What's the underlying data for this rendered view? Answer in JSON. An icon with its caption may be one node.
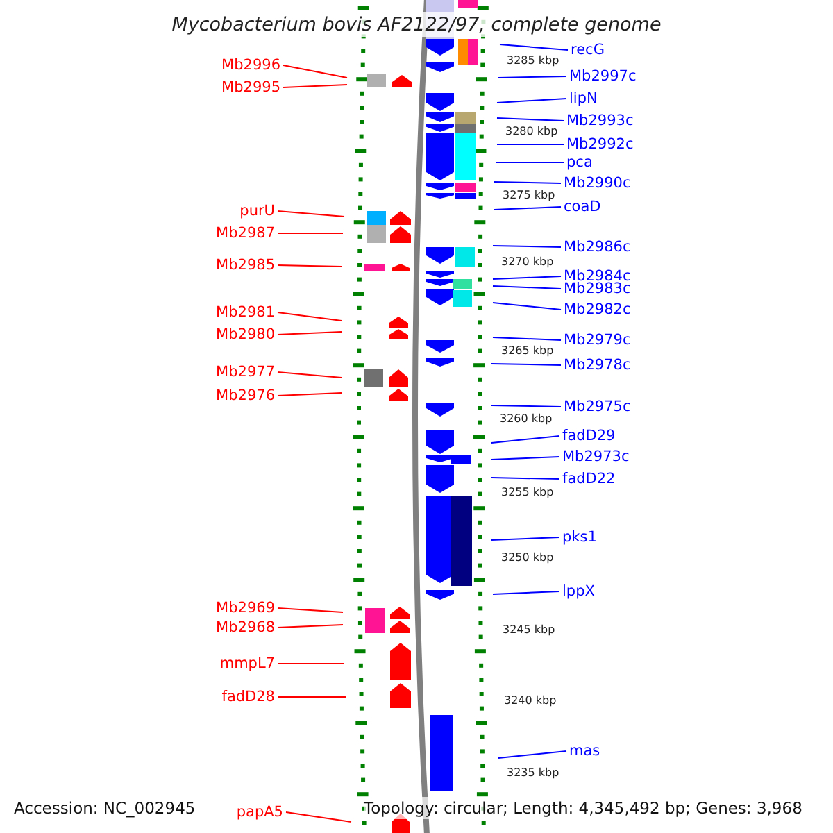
{
  "diagram": {
    "title": "Mycobacterium bovis AF2122/97, complete genome",
    "nodes": [
      {
        "text": [
          "Mb2996"
        ]
      },
      {
        "text": [
          "Mb2995"
        ]
      },
      {
        "text": [
          "purU"
        ]
      },
      {
        "text": [
          "Mb2987"
        ]
      },
      {
        "text": [
          "Mb2985"
        ]
      },
      {
        "text": [
          "Mb2981"
        ]
      },
      {
        "text": [
          "Mb2980"
        ]
      },
      {
        "text": [
          "Mb2977"
        ]
      },
      {
        "text": [
          "Mb2976"
        ]
      },
      {
        "text": [
          "Mb2969"
        ]
      },
      {
        "text": [
          "Mb2968"
        ]
      },
      {
        "text": [
          "mmpL7"
        ]
      },
      {
        "text": [
          "fadD28"
        ]
      },
      {
        "text": [
          "papA5"
        ]
      },
      {
        "text": [
          "recG"
        ]
      },
      {
        "text": [
          "Mb2997c"
        ]
      },
      {
        "text": [
          "lipN"
        ]
      },
      {
        "text": [
          "Mb2993c"
        ]
      },
      {
        "text": [
          "Mb2992c"
        ]
      },
      {
        "text": [
          "pca"
        ]
      },
      {
        "text": [
          "Mb2990c"
        ]
      },
      {
        "text": [
          "coaD"
        ]
      },
      {
        "text": [
          "Mb2986c"
        ]
      },
      {
        "text": [
          "Mb2984c"
        ]
      },
      {
        "text": [
          "Mb2983c"
        ]
      },
      {
        "text": [
          "Mb2982c"
        ]
      },
      {
        "text": [
          "Mb2979c"
        ]
      },
      {
        "text": [
          "Mb2978c"
        ]
      },
      {
        "text": [
          "Mb2975c"
        ]
      },
      {
        "text": [
          "fadD29"
        ]
      },
      {
        "text": [
          "Mb2973c"
        ]
      },
      {
        "text": [
          "fadD22"
        ]
      },
      {
        "text": [
          "pks1"
        ]
      },
      {
        "text": [
          "lppX"
        ]
      },
      {
        "text": [
          "mas"
        ]
      }
    ],
    "edges": [
      {
        "from": 0,
        "to": null,
        "arrow": "none",
        "color": "#ff0000"
      },
      {
        "from": 1,
        "to": null,
        "arrow": "none",
        "color": "#ff0000"
      },
      {
        "from": 2,
        "to": null,
        "arrow": "none",
        "color": "#ff0000"
      },
      {
        "from": 3,
        "to": null,
        "arrow": "none",
        "color": "#ff0000"
      },
      {
        "from": 4,
        "to": null,
        "arrow": "none",
        "color": "#ff0000"
      },
      {
        "from": 5,
        "to": null,
        "arrow": "none",
        "color": "#ff0000"
      },
      {
        "from": 6,
        "to": null,
        "arrow": "none",
        "color": "#ff0000"
      },
      {
        "from": 7,
        "to": null,
        "arrow": "none",
        "color": "#ff0000"
      },
      {
        "from": 8,
        "to": null,
        "arrow": "none",
        "color": "#ff0000"
      },
      {
        "from": 9,
        "to": null,
        "arrow": "none",
        "color": "#ff0000"
      },
      {
        "from": 10,
        "to": null,
        "arrow": "none",
        "color": "#ff0000"
      },
      {
        "from": 11,
        "to": null,
        "arrow": "none",
        "color": "#ff0000"
      },
      {
        "from": 12,
        "to": null,
        "arrow": "none",
        "color": "#ff0000"
      },
      {
        "from": 13,
        "to": null,
        "arrow": "none",
        "color": "#ff0000"
      },
      {
        "from": 14,
        "to": null,
        "arrow": "none"
      },
      {
        "from": 15,
        "to": null,
        "arrow": "none"
      },
      {
        "from": 16,
        "to": null,
        "arrow": "none"
      },
      {
        "from": 17,
        "to": null,
        "arrow": "none"
      },
      {
        "from": 18,
        "to": null,
        "arrow": "none"
      },
      {
        "from": 19,
        "to": null,
        "arrow": "none"
      },
      {
        "from": 20,
        "to": null,
        "arrow": "none"
      },
      {
        "from": 21,
        "to": null,
        "arrow": "none"
      },
      {
        "from": 22,
        "to": null,
        "arrow": "none"
      },
      {
        "from": 23,
        "to": null,
        "arrow": "none"
      },
      {
        "from": 24,
        "to": null,
        "arrow": "none"
      },
      {
        "from": 25,
        "to": null,
        "arrow": "none"
      },
      {
        "from": 26,
        "to": null,
        "arrow": "none"
      },
      {
        "from": 27,
        "to": null,
        "arrow": "none"
      },
      {
        "from": 28,
        "to": null,
        "arrow": "none"
      },
      {
        "from": 29,
        "to": null,
        "arrow": "none"
      },
      {
        "from": 30,
        "to": null,
        "arrow": "none"
      },
      {
        "from": 31,
        "to": null,
        "arrow": "none"
      },
      {
        "from": 32,
        "to": null,
        "arrow": "none"
      },
      {
        "from": 33,
        "to": null,
        "arrow": "none"
      },
      {
        "from": 34,
        "to": null,
        "arrow": "none"
      }
    ],
    "labels": [
      "3285 kbp",
      "3280 kbp",
      "3275 kbp",
      "3270 kbp",
      "3265 kbp",
      "3260 kbp",
      "3255 kbp",
      "3250 kbp",
      "3245 kbp",
      "3240 kbp",
      "3235 kbp",
      "Accession: NC_002945",
      "Topology: circular; Length: 4,345,492 bp; Genes: 3,968"
    ]
  }
}
